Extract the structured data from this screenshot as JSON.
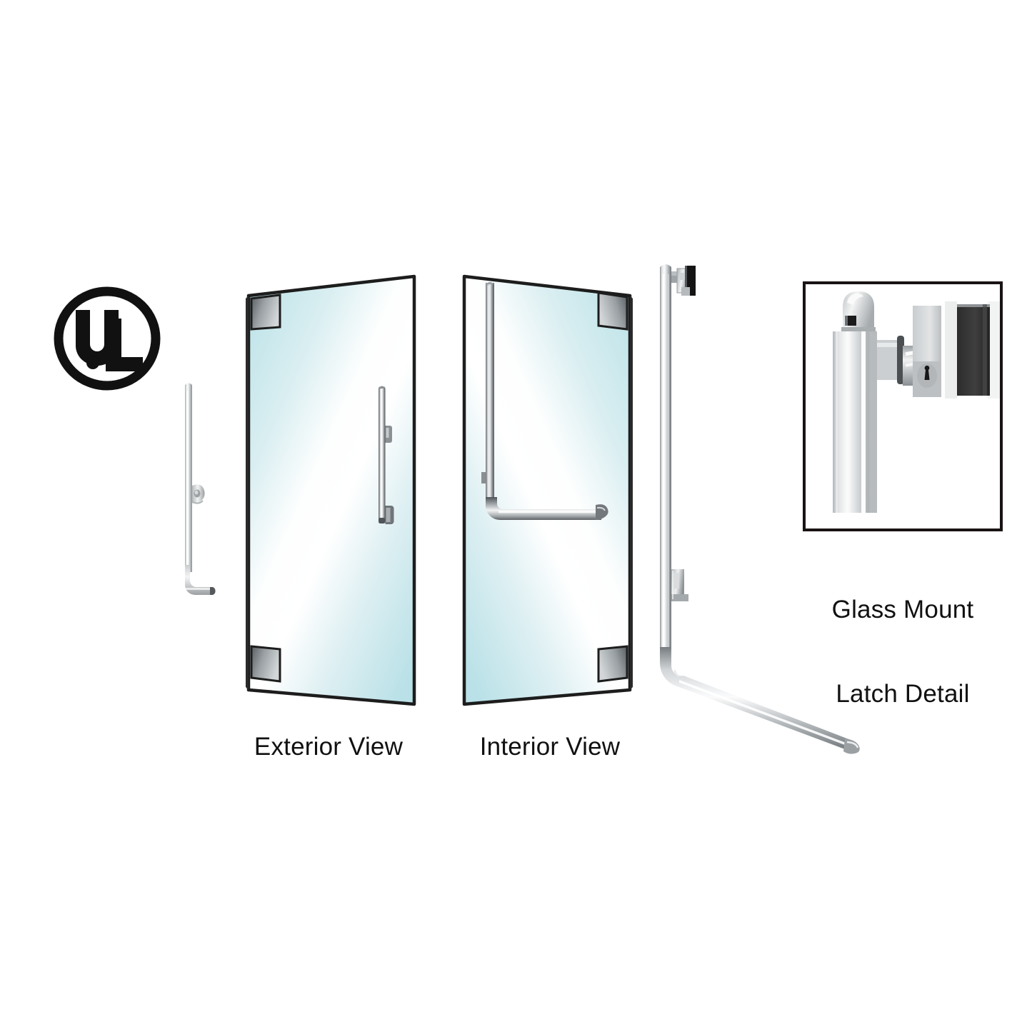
{
  "page": {
    "background": "#ffffff",
    "subject": "Glass door panic exit device assembly illustration"
  },
  "certification": {
    "name": "ul-listed-mark",
    "letters": "UL",
    "alt_text": "UL",
    "color": "#111111"
  },
  "components": {
    "latch_rod": {
      "name": "vertical-latch-rod",
      "finish_color": "#c9ccce",
      "has_latch_bolt": true
    },
    "panic_bar": {
      "name": "l-shaped-panic-exit-bar",
      "finish_color": "#c6c9cb",
      "has_top_strike": true,
      "has_mid_bracket": true
    }
  },
  "views": [
    {
      "id": "exterior",
      "label": "Exterior View",
      "hardware": "vertical pull handle with cylinder",
      "hinge_side": "left",
      "glass_color": "#bde3e8"
    },
    {
      "id": "interior",
      "label": "Interior View",
      "hardware": "L-shaped panic push bar",
      "hinge_side": "right",
      "glass_color": "#bde3e8"
    }
  ],
  "detail": {
    "caption_line1": "Glass Mount",
    "caption_line2": "Latch Detail",
    "border_color": "#1a1313",
    "metal_color": "#d8dadb",
    "glass_edge_color": "#3a3a3a"
  },
  "colors": {
    "glass_tint": "#bde3e8",
    "glass_highlight": "#ffffff",
    "metal_light": "#e8eaeb",
    "metal_mid": "#b9bdbf",
    "metal_dark": "#6e7376",
    "outline": "#1d1d1d",
    "patch_dark": "#5b6064",
    "patch_light": "#c4c8ca"
  }
}
